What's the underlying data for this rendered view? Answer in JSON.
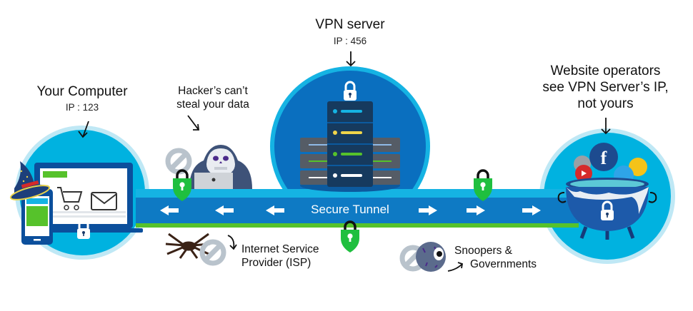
{
  "diagram": {
    "your_computer": {
      "title": "Your Computer",
      "ip": "IP : 123"
    },
    "hacker": {
      "caption_line1": "Hacker’s can’t",
      "caption_line2": "steal your data"
    },
    "vpn_server": {
      "title": "VPN server",
      "ip": "IP : 456"
    },
    "website": {
      "line1": "Website operators",
      "line2": "see VPN Server’s IP,",
      "line3": "not yours"
    },
    "tunnel": {
      "label": "Secure Tunnel"
    },
    "isp": {
      "line1": "Internet Service",
      "line2": "Provider (ISP)"
    },
    "snoopers": {
      "line1": "Snoopers &",
      "line2": "Governments"
    }
  },
  "colors": {
    "circle_light": "#00b2e0",
    "circle_ring": "#bfe8f5",
    "server_circle": "#0a6fbf",
    "tunnel_blue": "#0e7ac4",
    "tunnel_top": "#15b3e3",
    "tunnel_green": "#56c22b",
    "lock_green": "#1fbf3f"
  }
}
